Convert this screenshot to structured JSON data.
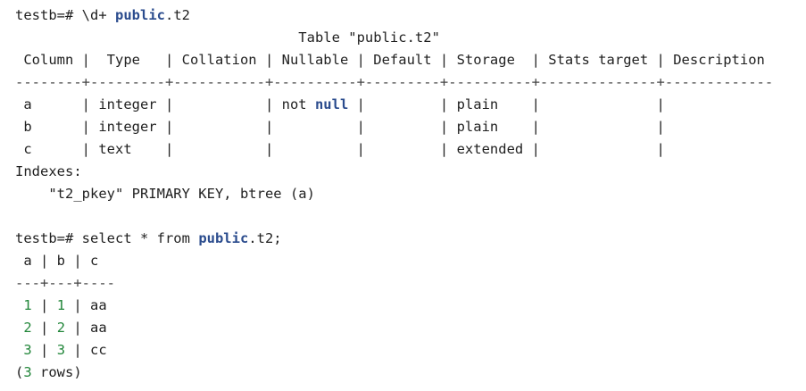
{
  "colors": {
    "text": "#1f1f1f",
    "keyword": "#2a4b8d",
    "number": "#22863a",
    "background": "#ffffff"
  },
  "session": {
    "prompt": "testb=#",
    "describe_cmd": {
      "pre": " \\d+ ",
      "schema": "public",
      "rest": ".t2"
    },
    "describe_result": {
      "title": "                                  Table \"public.t2\"",
      "header": " Column |  Type   | Collation | Nullable | Default | Storage  | Stats target | Description",
      "separator": "--------+---------+-----------+----------+---------+----------+--------------+-------------",
      "rows": [
        {
          "pre": " a      | integer |           | not ",
          "kw": "null",
          "post": " |         | plain    |              |"
        },
        {
          "pre": " b      | integer |           |          |         | plain    |              |",
          "kw": "",
          "post": ""
        },
        {
          "pre": " c      | text    |           |          |         | extended |              |",
          "kw": "",
          "post": ""
        }
      ],
      "indexes_label": "Indexes:",
      "index_line": "    \"t2_pkey\" PRIMARY KEY, btree (a)"
    },
    "select_cmd": {
      "pre": " select * from ",
      "schema": "public",
      "rest": ".t2;"
    },
    "select_result": {
      "header": " a | b | c",
      "separator": "---+---+----",
      "rows": [
        {
          "a": "1",
          "b": "1",
          "c": "aa"
        },
        {
          "a": "2",
          "b": "2",
          "c": "aa"
        },
        {
          "a": "3",
          "b": "3",
          "c": "cc"
        }
      ],
      "footer": {
        "open": "(",
        "count": "3",
        "close": " rows)"
      }
    },
    "sep": " | "
  }
}
